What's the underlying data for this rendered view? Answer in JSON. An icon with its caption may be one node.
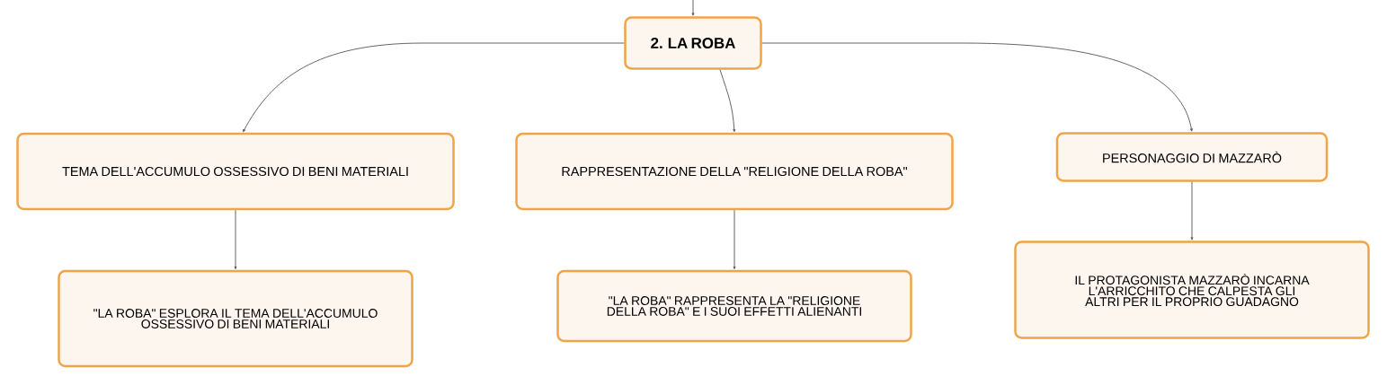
{
  "diagram": {
    "nodes": [
      {
        "text": [
          "2. LA ROBA"
        ]
      },
      {
        "text": [
          "TEMA DELL'ACCUMULO OSSESSIVO DI BENI MATERIALI"
        ]
      },
      {
        "text": [
          "RAPPRESENTAZIONE DELLA \"RELIGIONE DELLA ROBA\""
        ]
      },
      {
        "text": [
          "PERSONAGGIO DI MAZZARÒ"
        ]
      },
      {
        "text": [
          "\"LA ROBA\" ESPLORA IL TEMA DELL'ACCUMULO OSSESSIVO DI BENI MATERIALI"
        ]
      },
      {
        "text": [
          "\"LA ROBA\" RAPPRESENTA LA \"RELIGIONE DELLA ROBA\" E I SUOI EFFETTI ALIENANTI"
        ]
      },
      {
        "text": [
          "IL PROTAGONISTA MAZZARÒ INCARNA L'ARRICCHITO CHE CALPESTA GLI ALTRI PER IL PROPRIO GUADAGNO"
        ]
      }
    ],
    "edges": [
      {
        "from": null,
        "to": 0,
        "arrow": "to"
      },
      {
        "from": 0,
        "to": 1,
        "arrow": "to"
      },
      {
        "from": 0,
        "to": 2,
        "arrow": "to"
      },
      {
        "from": 0,
        "to": 3,
        "arrow": "to"
      },
      {
        "from": 1,
        "to": 4,
        "arrow": "to"
      },
      {
        "from": 2,
        "to": 5,
        "arrow": "to"
      },
      {
        "from": 3,
        "to": 6,
        "arrow": "to"
      }
    ]
  }
}
